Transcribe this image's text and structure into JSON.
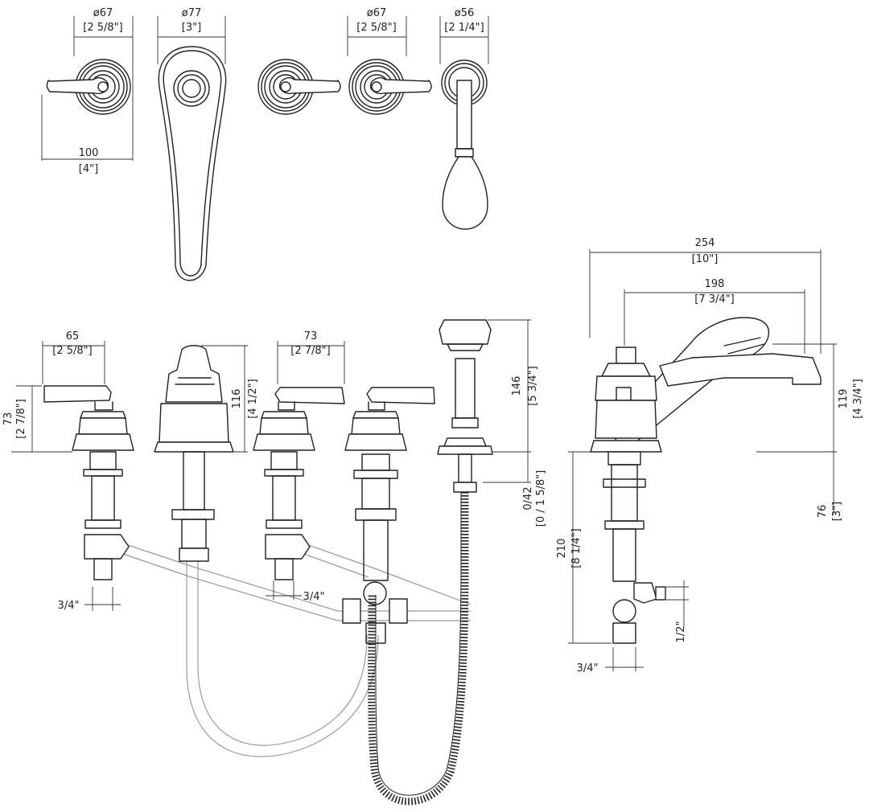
{
  "dimensions": {
    "top_handle_left_dia": "ø67",
    "top_handle_left_dia_in": "[2 5/8\"]",
    "top_spout_dia": "ø77",
    "top_spout_dia_in": "[3\"]",
    "top_handle_right_dia": "ø67",
    "top_handle_right_dia_in": "[2 5/8\"]",
    "top_shower_dia": "ø56",
    "top_shower_dia_in": "[2 1/4\"]",
    "top_handle_length": "100",
    "top_handle_length_in": "[4\"]",
    "front_handle_width": "65",
    "front_handle_width_in": "[2 5/8\"]",
    "front_handle_height": "73",
    "front_handle_height_in": "[2 7/8\"]",
    "front_spout_height": "116",
    "front_spout_height_in": "[4 1/2\"]",
    "front_handle2_width": "73",
    "front_handle2_width_in": "[2 7/8\"]",
    "shower_height": "146",
    "shower_height_in": "[5 3/4\"]",
    "deck_range": "0/42",
    "deck_range_in": "[0 / 1 5/8\"]",
    "connection_left": "3/4\"",
    "connection_mid": "3/4\"",
    "side_overall_width": "254",
    "side_overall_width_in": "[10\"]",
    "side_spout_reach": "198",
    "side_spout_reach_in": "[7 3/4\"]",
    "side_height": "119",
    "side_height_in": "[4 3/4\"]",
    "side_below_deck": "210",
    "side_below_deck_in": "[8 1/4\"]",
    "side_shank": "76",
    "side_shank_in": "[3\"]",
    "side_outlet": "1/2\"",
    "side_inlet": "3/4\""
  }
}
